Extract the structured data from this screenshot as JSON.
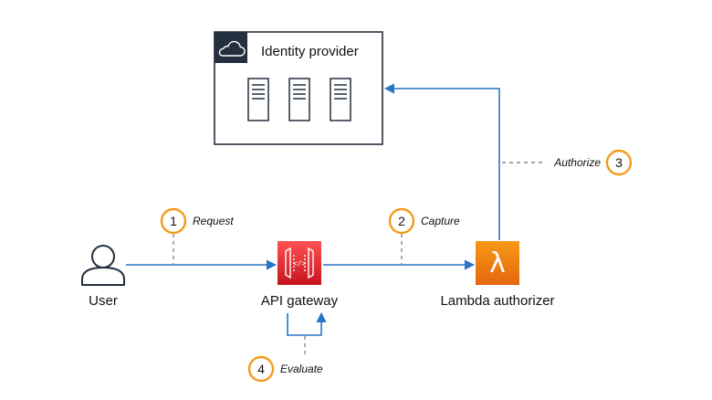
{
  "nodes": {
    "identity_provider": {
      "label": "Identity provider"
    },
    "user": {
      "label": "User"
    },
    "api_gateway": {
      "label": "API gateway",
      "icon_glyph": "</>"
    },
    "lambda_authorizer": {
      "label": "Lambda authorizer",
      "icon_glyph": "λ"
    }
  },
  "steps": [
    {
      "number": "1",
      "label": "Request"
    },
    {
      "number": "2",
      "label": "Capture"
    },
    {
      "number": "3",
      "label": "Authorize"
    },
    {
      "number": "4",
      "label": "Evaluate"
    }
  ],
  "icons": {
    "cloud": "cloud-icon",
    "server": "server-icon",
    "user": "user-icon",
    "api_gateway": "api-gateway-icon",
    "lambda": "lambda-icon"
  },
  "colors": {
    "flow_arrow": "#2a74c4",
    "dashed_connector": "#8a8a8a",
    "step_circle": "#f39b1c",
    "api_gateway_top": "#ff5252",
    "api_gateway_bottom": "#c7131f",
    "lambda_top": "#f79a16",
    "lambda_bottom": "#e5660f",
    "cloud_badge": "#232f3e"
  }
}
